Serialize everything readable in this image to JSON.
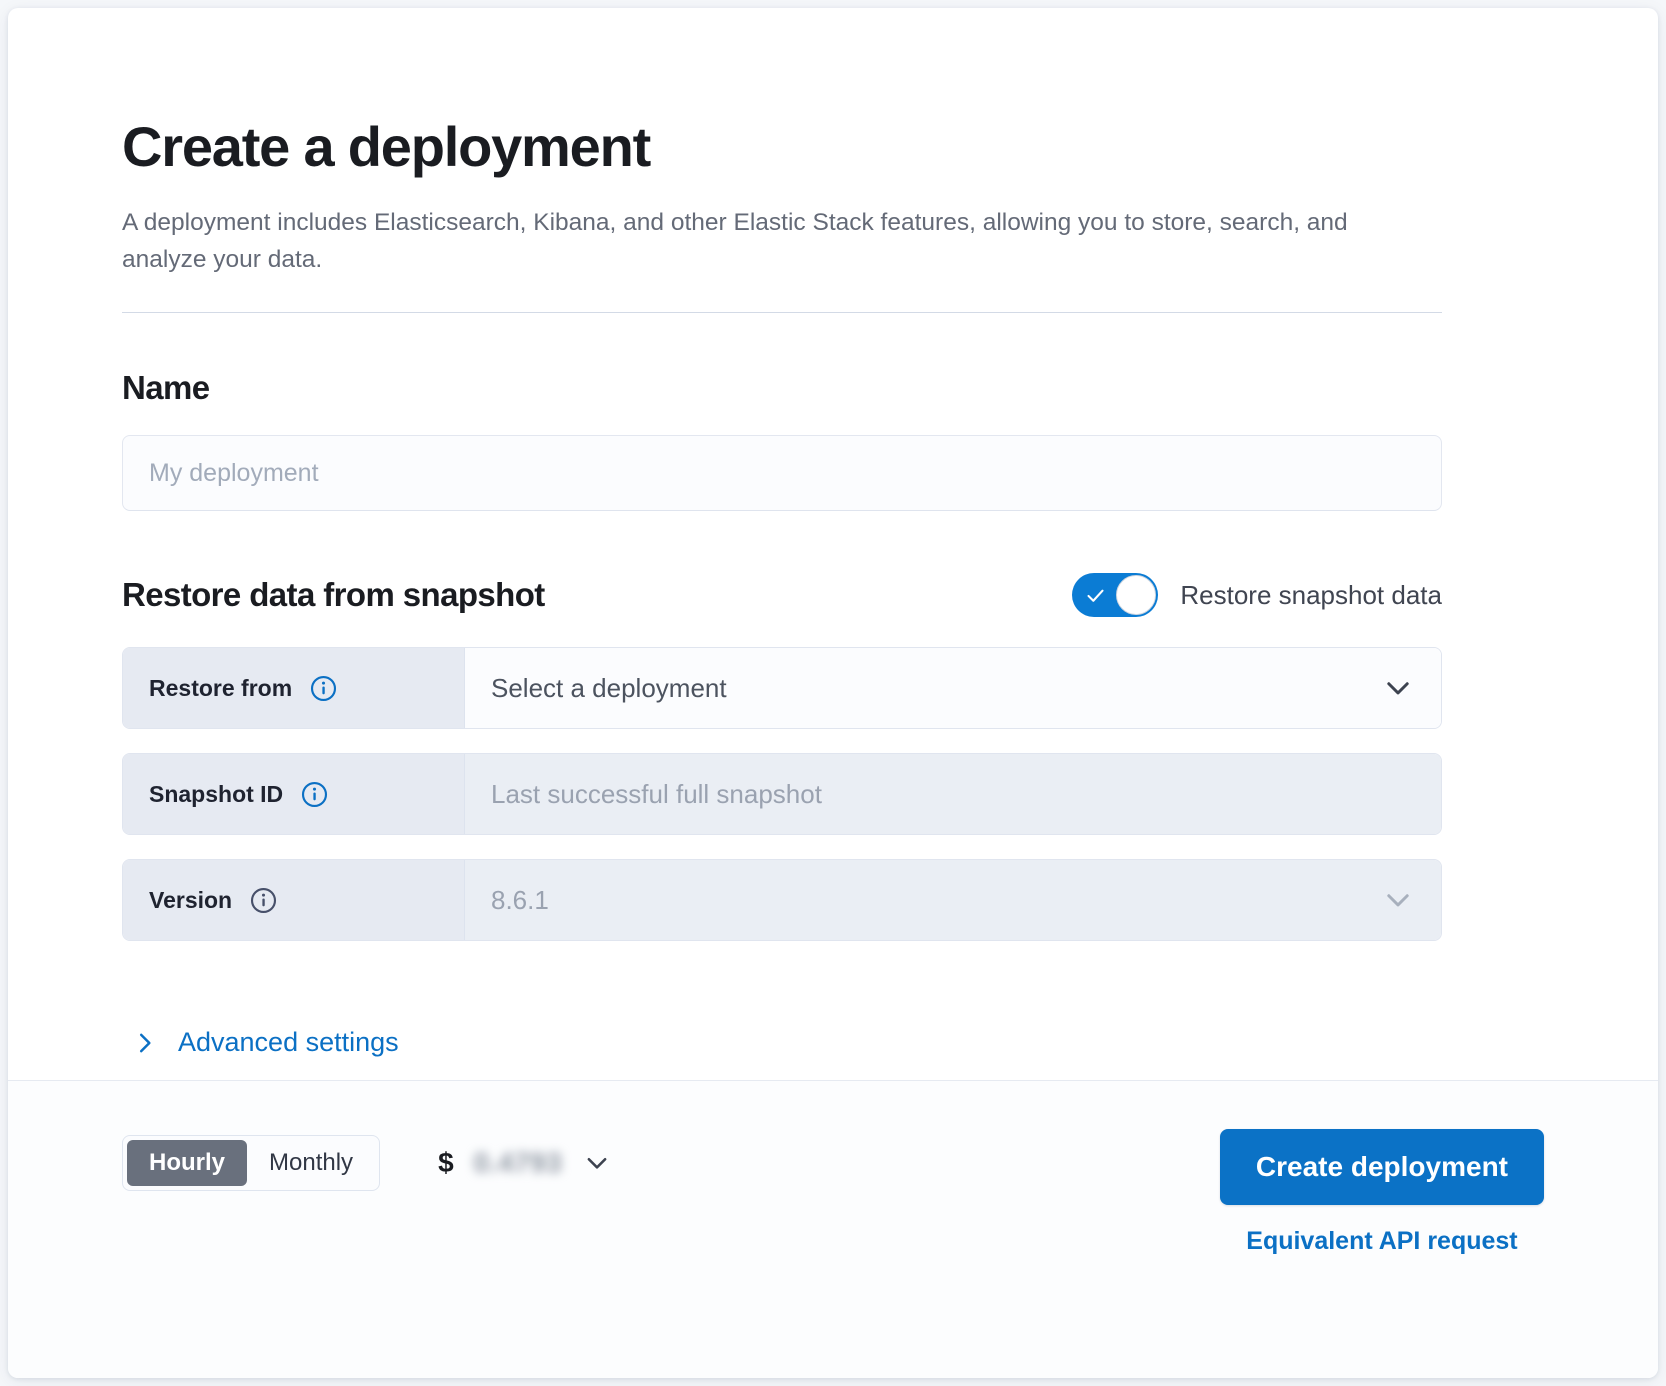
{
  "header": {
    "title": "Create a deployment",
    "description": "A deployment includes Elasticsearch, Kibana, and other Elastic Stack features, allowing you to store, search, and analyze your data."
  },
  "name_section": {
    "title": "Name",
    "input_value": "",
    "input_placeholder": "My deployment"
  },
  "restore_section": {
    "title": "Restore data from snapshot",
    "toggle": {
      "label": "Restore snapshot data",
      "checked": true,
      "on_color": "#0b7cd4"
    },
    "rows": [
      {
        "label": "Restore from",
        "info_icon": "info-circle-icon",
        "value": "Select a deployment",
        "is_placeholder": true,
        "control": "dropdown",
        "disabled": false
      },
      {
        "label": "Snapshot ID",
        "info_icon": "info-circle-icon",
        "value": "Last successful full snapshot",
        "is_placeholder": true,
        "control": "text",
        "disabled": true
      },
      {
        "label": "Version",
        "info_icon": "info-circle-icon",
        "value": "8.6.1",
        "is_placeholder": false,
        "control": "dropdown",
        "disabled": true
      }
    ]
  },
  "advanced": {
    "label": "Advanced settings",
    "icon": "chevron-right-icon",
    "expanded": false
  },
  "footer": {
    "billing_toggle": {
      "options": [
        "Hourly",
        "Monthly"
      ],
      "selected": "Hourly"
    },
    "price": {
      "currency_symbol": "$",
      "amount": "0.4793",
      "redacted": true,
      "expand_icon": "chevron-down-icon"
    },
    "create_button": "Create deployment",
    "api_link": "Equivalent API request"
  },
  "colors": {
    "accent_blue": "#0b72c6",
    "link_blue": "#0b70c4",
    "label_bg": "#e6eaf2",
    "disabled_field_bg": "#eaeef4",
    "segment_active_bg": "#69707d"
  }
}
